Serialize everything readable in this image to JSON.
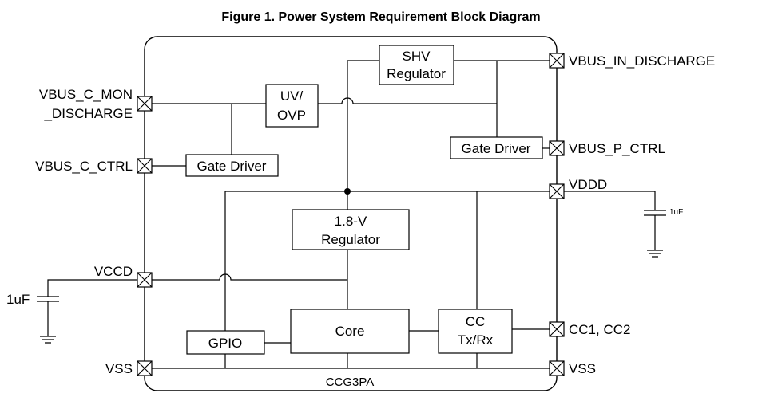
{
  "figure_title": "Figure 1.  Power System Requirement Block Diagram",
  "chip_name": "CCG3PA",
  "blocks": {
    "shv_regulator": [
      "SHV",
      "Regulator"
    ],
    "uv_ovp": [
      "UV/",
      "OVP"
    ],
    "gate_driver_left": "Gate Driver",
    "gate_driver_right": "Gate Driver",
    "regulator_1v8": [
      "1.8-V",
      "Regulator"
    ],
    "core": "Core",
    "gpio": "GPIO",
    "cc_txrx": [
      "CC",
      "Tx/Rx"
    ]
  },
  "pins": {
    "vbus_c_mon_discharge": [
      "VBUS_C_MON",
      "_DISCHARGE"
    ],
    "vbus_c_ctrl": "VBUS_C_CTRL",
    "vccd": "VCCD",
    "vss_left": "VSS",
    "vbus_in_discharge": "VBUS_IN_DISCHARGE",
    "vbus_p_ctrl": "VBUS_P_CTRL",
    "vddd": "VDDD",
    "cc1_cc2": "CC1, CC2",
    "vss_right": "VSS"
  },
  "capacitors": {
    "vccd_cap": "1uF",
    "vddd_cap": "1uF"
  }
}
